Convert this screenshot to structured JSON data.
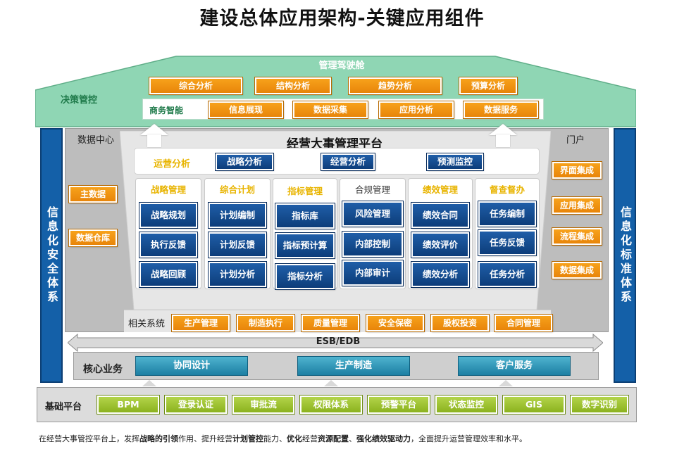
{
  "title": "建设总体应用架构-关键应用组件",
  "roof": {
    "top_label": "管理驾驶舱",
    "left_label": "决策管控",
    "row1": [
      "综合分析",
      "结构分析",
      "趋势分析",
      "预算分析"
    ],
    "row2_label": "商务智能",
    "row2": [
      "信息展现",
      "数据采集",
      "应用分析",
      "数据服务"
    ]
  },
  "left_bar": "信息化安全体系",
  "right_bar": "信息化标准体系",
  "data_center": {
    "label": "数据中心",
    "items": [
      "主数据",
      "数据仓库"
    ]
  },
  "portal": {
    "label": "门户",
    "items": [
      "界面集成",
      "应用集成",
      "流程集成",
      "数据集成"
    ]
  },
  "platform": {
    "title": "经营大事管理平台",
    "ops_label": "运营分析",
    "ops_items": [
      "战略分析",
      "经营分析",
      "预测监控"
    ],
    "columns": [
      {
        "head": "战略管理",
        "items": [
          "战略规划",
          "执行反馈",
          "战略回顾"
        ],
        "head_color": "#e8b400"
      },
      {
        "head": "综合计划",
        "items": [
          "计划编制",
          "计划反馈",
          "计划分析"
        ],
        "head_color": "#e8b400"
      },
      {
        "head": "指标管理",
        "items": [
          "指标库",
          "指标预计算",
          "指标分析"
        ],
        "head_color": "#e8b400"
      },
      {
        "head": "合规管理",
        "items": [
          "风险管理",
          "内部控制",
          "内部审计"
        ],
        "head_color": "#333333"
      },
      {
        "head": "绩效管理",
        "items": [
          "绩效合同",
          "绩效评价",
          "绩效分析"
        ],
        "head_color": "#e8b400"
      },
      {
        "head": "督查督办",
        "items": [
          "任务编制",
          "任务反馈",
          "任务分析"
        ],
        "head_color": "#e8b400"
      }
    ]
  },
  "related": {
    "label": "相关系统",
    "items": [
      "生产管理",
      "制造执行",
      "质量管理",
      "安全保密",
      "股权投资",
      "合同管理"
    ]
  },
  "esb": "ESB/EDB",
  "core": {
    "label": "核心业务",
    "items": [
      "协同设计",
      "生产制造",
      "客户服务"
    ]
  },
  "base": {
    "label": "基础平台",
    "items": [
      "BPM",
      "登录认证",
      "审批流",
      "权限体系",
      "预警平台",
      "状态监控",
      "GIS",
      "数字识别"
    ]
  },
  "footnote": {
    "p1": "在经营大事管控平台上，发挥",
    "b1": "战略的引领",
    "p2": "作用、提升经营",
    "b2": "计划管控",
    "p3": "能力、",
    "b3": "优化",
    "p4": "经营",
    "b4": "资源配置",
    "p5": "、",
    "b5": "强化绩效驱动力",
    "p6": "，全面提升运营管理效率和水平。"
  },
  "colors": {
    "roof_green": "#8fd6b4",
    "orange": "#f39a12",
    "navy": "#0f4a8c",
    "side_blue": "#1460a8",
    "teal": "#2a93b8",
    "green": "#9cc132",
    "gray": "#bdbdbd"
  }
}
